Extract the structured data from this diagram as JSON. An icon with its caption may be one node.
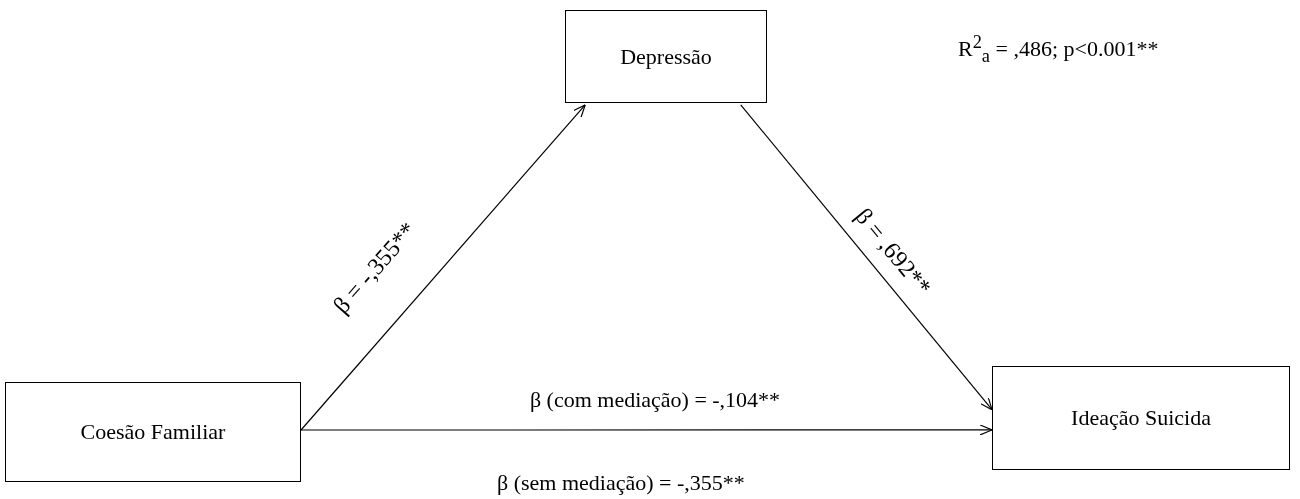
{
  "diagram": {
    "nodes": [
      {
        "text": [
          "Depressão"
        ]
      },
      {
        "text": [
          "Coesão Familiar"
        ]
      },
      {
        "text": [
          "Ideação Suicida"
        ]
      }
    ],
    "edges": [
      {
        "from": 1,
        "to": 0,
        "arrow": "to",
        "label": "β = -,355**"
      },
      {
        "from": 0,
        "to": 2,
        "arrow": "to",
        "label": "β = ,692**"
      },
      {
        "from": 1,
        "to": 2,
        "arrow": "to",
        "label": "β (com mediação) = -,104**"
      }
    ],
    "labels": [
      "R$^{2}$$_{a}$ = ,486; p<0.001**",
      "β (sem mediação) = -,355**"
    ]
  }
}
